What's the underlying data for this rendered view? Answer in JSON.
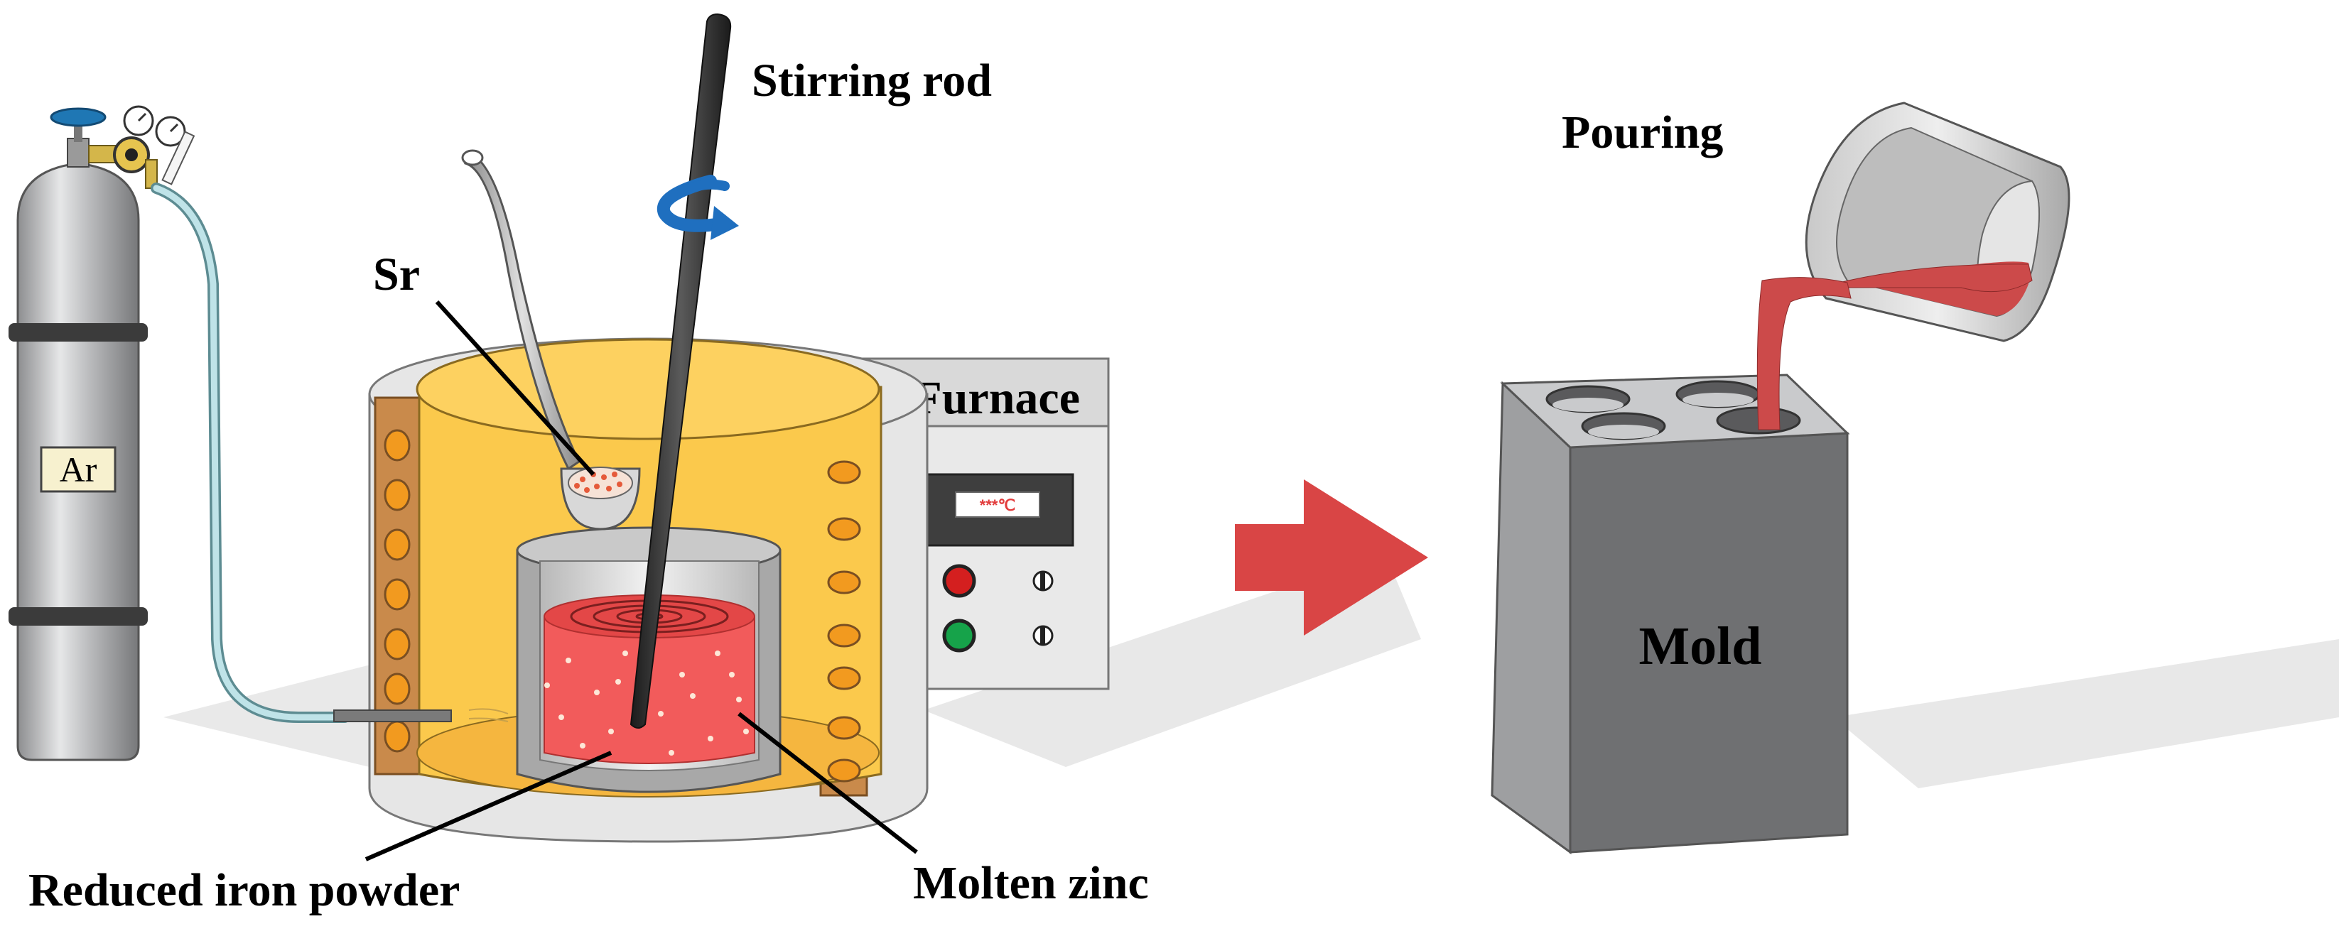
{
  "labels": {
    "stirring_rod": "Stirring rod",
    "sr": "Sr",
    "furnace": "Furnace",
    "ar": "Ar",
    "reduced_iron_powder": "Reduced iron powder",
    "molten_zinc": "Molten zinc",
    "pouring": "Pouring",
    "mold": "Mold",
    "temperature_display": "***℃"
  },
  "colors": {
    "furnace_inner": "#fbc94c",
    "furnace_brick": "#c98a4b",
    "heater_coil": "#f29a1f",
    "molten_metal": "#f25b5b",
    "poured_metal": "#cc4a4a",
    "arrow": "#d94545",
    "cylinder": "#a8a9ab",
    "mold": "#6f7072",
    "hose": "#bfe3e8",
    "rotation_arrow": "#1f6fbf",
    "stop_button": "#d41f1f",
    "start_button": "#16a34a"
  }
}
